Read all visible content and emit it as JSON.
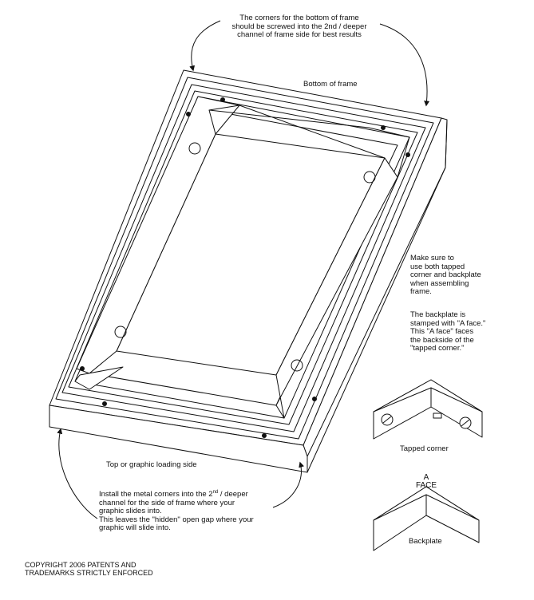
{
  "annotations": {
    "top_note": [
      "The corners for the bottom of frame",
      "should be screwed into the 2nd / deeper",
      "channel of frame side for best results"
    ],
    "bottom_of_frame": "Bottom of frame",
    "right_note": [
      "Make sure to",
      "use both tapped",
      "corner and backplate",
      "when assembling",
      "frame."
    ],
    "backplate_note": [
      "The backplate is",
      "stamped with \"A face.\"",
      "This \"A face\" faces",
      "the backside of the",
      "\"tapped corner.\""
    ],
    "tapped_corner": "Tapped corner",
    "top_loading_side": "Top or graphic loading side",
    "install_note": {
      "line1_before": "Install the metal corners into the 2",
      "line1_sup": "nd",
      "line1_after": " / deeper",
      "rest": [
        "channel for the side of frame where your",
        "graphic slides into.",
        "This leaves the \"hidden\" open gap where your",
        "graphic will slide into."
      ]
    },
    "a_face": [
      "A",
      "FACE"
    ],
    "backplate": "Backplate",
    "copyright": [
      "COPYRIGHT 2006 PATENTS AND",
      "TRADEMARKS STRICTLY ENFORCED"
    ]
  },
  "colors": {
    "ink": "#111111",
    "paper": "#ffffff",
    "shade": "#f2f2f2"
  }
}
